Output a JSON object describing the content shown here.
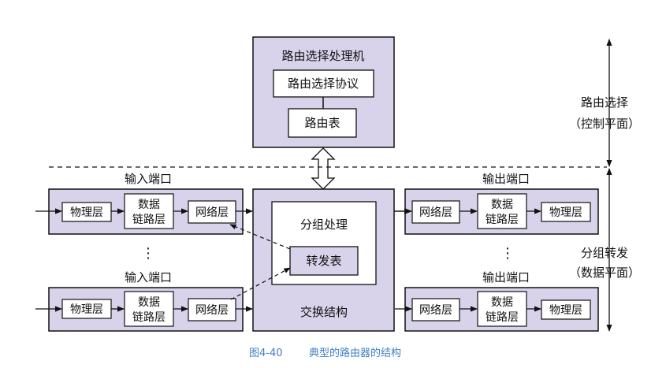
{
  "colors": {
    "box_fill": "#d8d3ea",
    "inner_fill": "#ffffff",
    "stroke": "#111111",
    "caption": "#3f7fc4"
  },
  "routing_processor": {
    "title": "路由选择处理机",
    "protocol": "路由选择协议",
    "table": "路由表"
  },
  "right_labels": {
    "routing_line1": "路由选择",
    "routing_line2": "（控制平面）",
    "forwarding_line1": "分组转发",
    "forwarding_line2": "（数据平面）"
  },
  "input_ports": {
    "top_label": "输入端口",
    "bottom_label": "输入端口",
    "physical": "物理层",
    "datalink_line1": "数据",
    "datalink_line2": "链路层",
    "network": "网络层"
  },
  "output_ports": {
    "top_label": "输出端口",
    "bottom_label": "输出端口",
    "physical": "物理层",
    "datalink_line1": "数据",
    "datalink_line2": "链路层",
    "network": "网络层"
  },
  "switch_fabric": {
    "label": "交换结构",
    "packet_processing": "分组处理",
    "forwarding_table": "转发表"
  },
  "ellipsis": "⋮",
  "caption": {
    "figure_no": "图4-40",
    "title": "典型的路由器的结构"
  }
}
